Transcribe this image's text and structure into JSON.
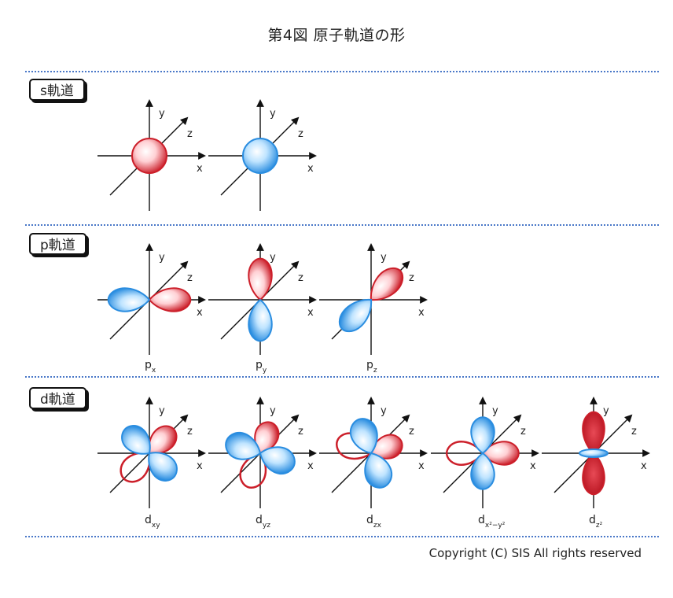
{
  "title": "第4図 原子軌道の形",
  "sections": [
    {
      "label": "s軌道"
    },
    {
      "label": "p軌道"
    },
    {
      "label": "d軌道"
    }
  ],
  "axes": {
    "x": "x",
    "y": "y",
    "z": "z"
  },
  "orbitals": {
    "s": [
      {
        "sign_color": "red",
        "label": "",
        "sub": ""
      },
      {
        "sign_color": "blue",
        "label": "",
        "sub": ""
      }
    ],
    "p": [
      {
        "label": "p",
        "sub": "x"
      },
      {
        "label": "p",
        "sub": "y"
      },
      {
        "label": "p",
        "sub": "z"
      }
    ],
    "d": [
      {
        "label": "d",
        "sub": "xy"
      },
      {
        "label": "d",
        "sub": "yz"
      },
      {
        "label": "d",
        "sub": "zx"
      },
      {
        "label": "d",
        "sub": "x²−y²"
      },
      {
        "label": "d",
        "sub": "z²"
      }
    ]
  },
  "colors": {
    "positive": "#cc1f2a",
    "negative": "#2a8de0",
    "separator": "#4a78c8"
  },
  "copyright": "Copyright (C) SIS All rights reserved"
}
